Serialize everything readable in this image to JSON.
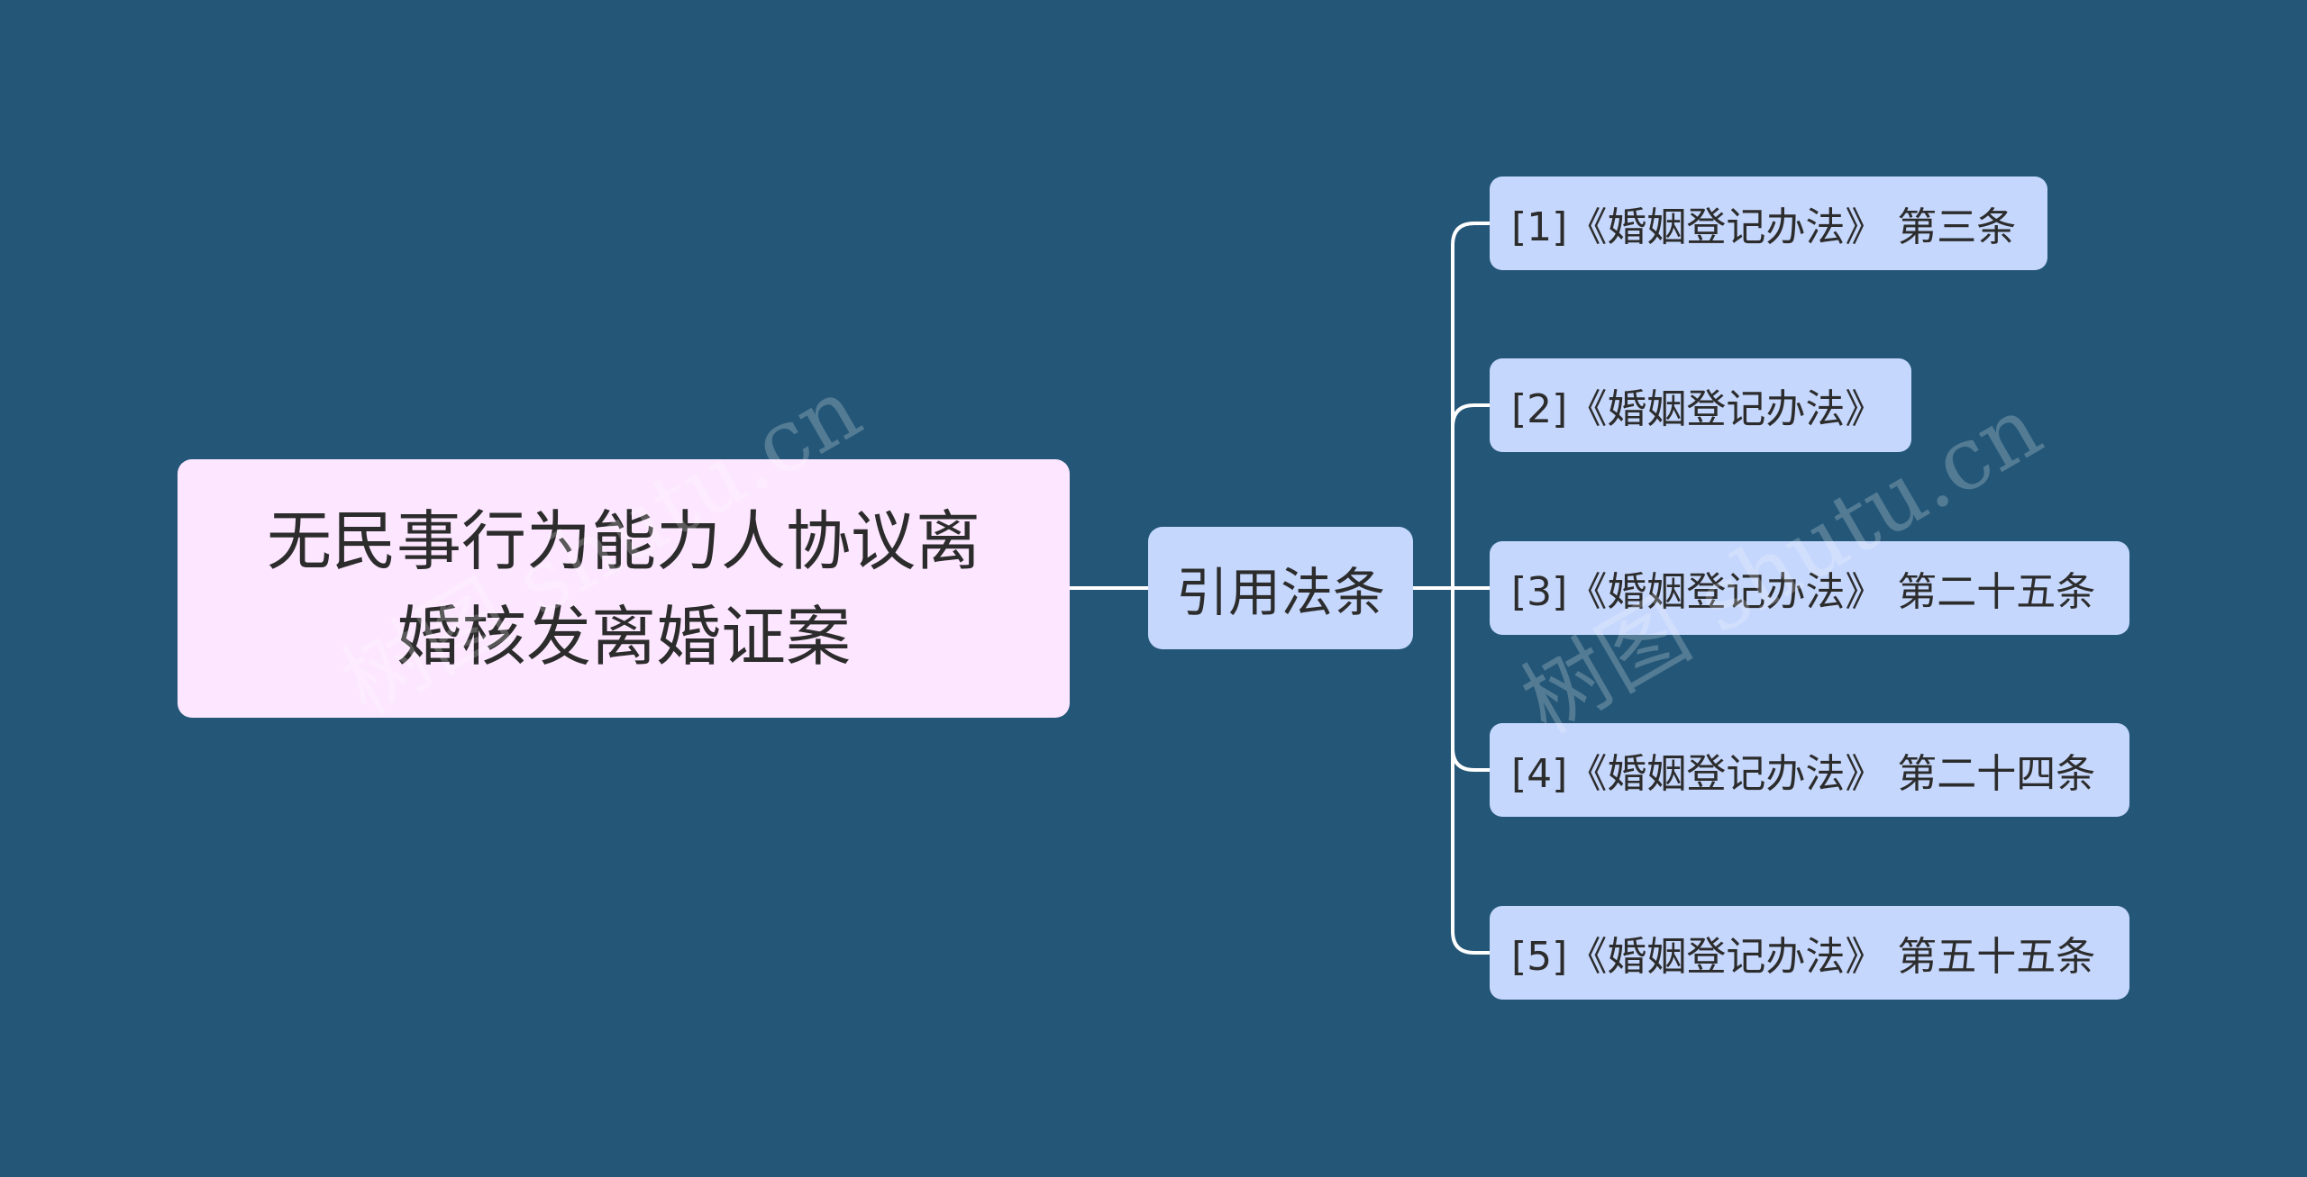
{
  "diagram": {
    "root": {
      "line1": "无民事行为能力人协议离",
      "line2": "婚核发离婚证案"
    },
    "branch": {
      "label": "引用法条"
    },
    "leaves": [
      {
        "label": "[1]《婚姻登记办法》 第三条"
      },
      {
        "label": "[2]《婚姻登记办法》"
      },
      {
        "label": "[3]《婚姻登记办法》 第二十五条"
      },
      {
        "label": "[4]《婚姻登记办法》 第二十四条"
      },
      {
        "label": "[5]《婚姻登记办法》 第五十五条"
      }
    ]
  },
  "watermarks": [
    "树图 shutu.cn",
    "树图 shutu.cn"
  ],
  "colors": {
    "background": "#235677",
    "root_fill": "#fde6ff",
    "node_fill": "#c5d7fd",
    "connector": "#ffffff",
    "text": "#2c2c2c"
  }
}
